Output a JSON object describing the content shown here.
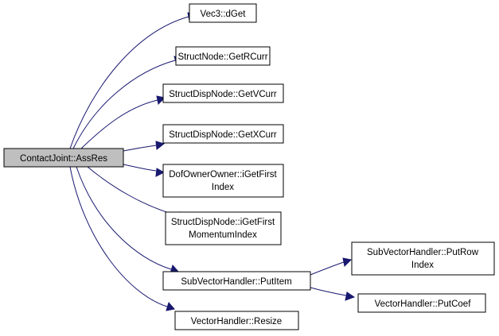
{
  "diagram": {
    "nodes": [
      {
        "id": "contactjoint-assres",
        "lines": [
          "ContactJoint::AssRes"
        ]
      },
      {
        "id": "vec3-dget",
        "lines": [
          "Vec3::dGet"
        ]
      },
      {
        "id": "structnode-getrcurr",
        "lines": [
          "StructNode::GetRCurr"
        ]
      },
      {
        "id": "structdispnode-getvcurr",
        "lines": [
          "StructDispNode::GetVCurr"
        ]
      },
      {
        "id": "structdispnode-getxcurr",
        "lines": [
          "StructDispNode::GetXCurr"
        ]
      },
      {
        "id": "dofownerowner-igetfirstindex",
        "lines": [
          "DofOwnerOwner::iGetFirst",
          "Index"
        ]
      },
      {
        "id": "structdispnode-igetfirstmomentumindex",
        "lines": [
          "StructDispNode::iGetFirst",
          "MomentumIndex"
        ]
      },
      {
        "id": "subvectorhandler-putitem",
        "lines": [
          "SubVectorHandler::PutItem"
        ]
      },
      {
        "id": "vectorhandler-resize",
        "lines": [
          "VectorHandler::Resize"
        ]
      },
      {
        "id": "subvectorhandler-putrowindex",
        "lines": [
          "SubVectorHandler::PutRow",
          "Index"
        ]
      },
      {
        "id": "vectorhandler-putcoef",
        "lines": [
          "VectorHandler::PutCoef"
        ]
      }
    ],
    "edges": [
      {
        "from": "contactjoint-assres",
        "to": "vec3-dget"
      },
      {
        "from": "contactjoint-assres",
        "to": "structnode-getrcurr"
      },
      {
        "from": "contactjoint-assres",
        "to": "structdispnode-getvcurr"
      },
      {
        "from": "contactjoint-assres",
        "to": "structdispnode-getxcurr"
      },
      {
        "from": "contactjoint-assres",
        "to": "dofownerowner-igetfirstindex"
      },
      {
        "from": "contactjoint-assres",
        "to": "structdispnode-igetfirstmomentumindex"
      },
      {
        "from": "contactjoint-assres",
        "to": "subvectorhandler-putitem"
      },
      {
        "from": "contactjoint-assres",
        "to": "vectorhandler-resize"
      },
      {
        "from": "subvectorhandler-putitem",
        "to": "subvectorhandler-putrowindex"
      },
      {
        "from": "subvectorhandler-putitem",
        "to": "vectorhandler-putcoef"
      }
    ],
    "colors": {
      "edge": "#191970",
      "root_fill": "#bfbfbf",
      "node_fill": "#ffffff",
      "node_stroke": "#000000"
    }
  }
}
